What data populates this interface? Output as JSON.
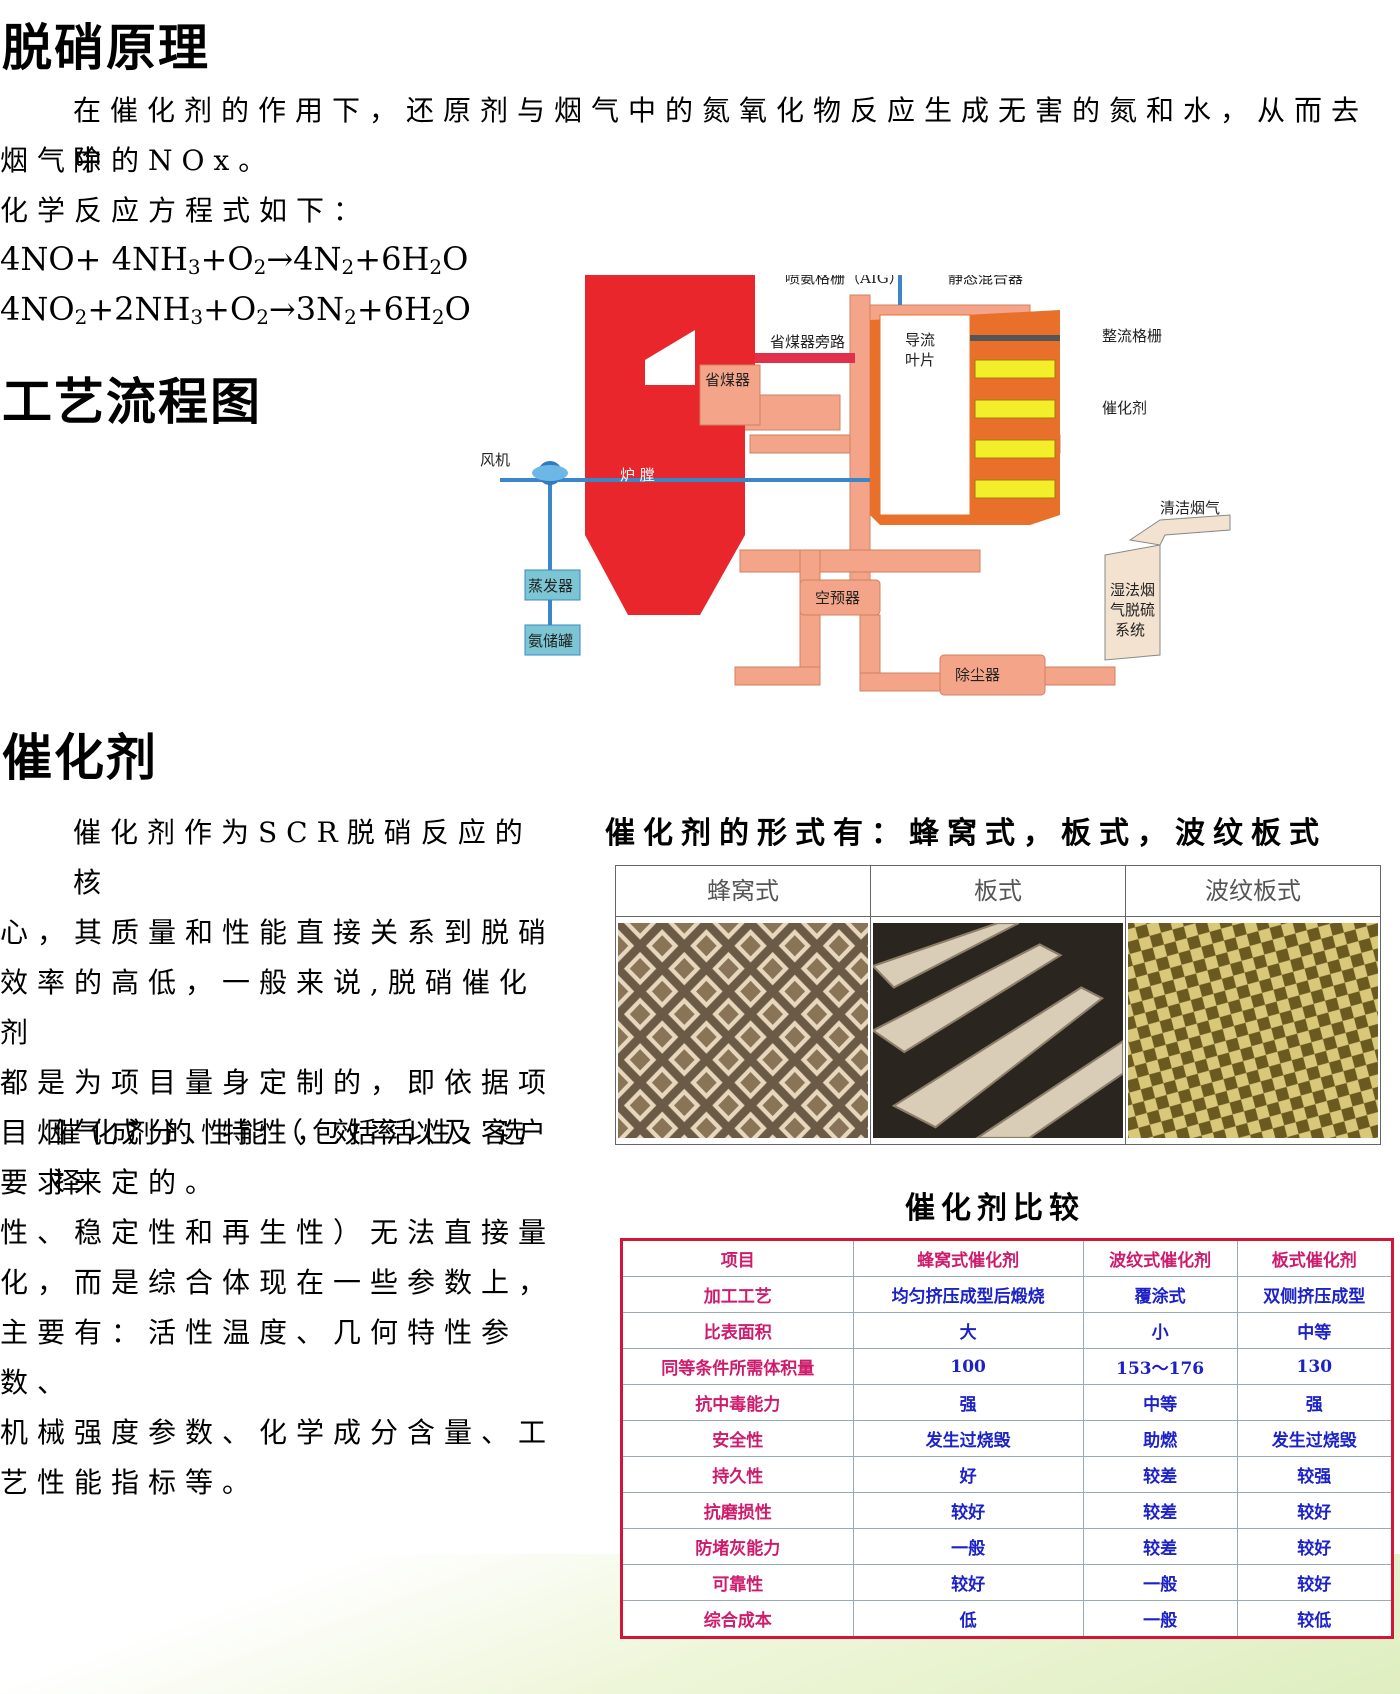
{
  "principle": {
    "title": "脱硝原理",
    "paragraph_line1": "在催化剂的作用下，还原剂与烟气中的氮氧化物反应生成无害的氮和水，从而去除",
    "paragraph_line2": "烟气中的NOx。",
    "equations_intro": "化学反应方程式如下：",
    "equation1": {
      "p1": "4NO+ 4NH",
      "s1": "3",
      "p2": "+O",
      "s2": "2",
      "p3": "→4N",
      "s3": "2",
      "p4": "+6H",
      "s4": "2",
      "p5": "O"
    },
    "equation2": {
      "p1": "4NO",
      "s1": "2",
      "p2": "+2NH",
      "s2": "3",
      "p3": "+O",
      "s3": "2",
      "p4": "→3N",
      "s4": "2",
      "p5": "+6H",
      "s5": "2",
      "p6": "O"
    }
  },
  "process": {
    "title": "工艺流程图",
    "diagram_labels": {
      "aig": "喷氨格栅（AIG）",
      "static_mixer": "静态混合器",
      "economizer_bypass": "省煤器旁路",
      "guide_vane_1": "导流",
      "guide_vane_2": "叶片",
      "rectifier_grid": "整流格栅",
      "economizer": "省煤器",
      "catalyst": "催化剂",
      "fan": "风机",
      "furnace": "炉 膛",
      "clean_flue_gas": "清洁烟气",
      "evaporator": "蒸发器",
      "air_preheater": "空预器",
      "wet_fgd_1": "湿法烟",
      "wet_fgd_2": "气脱硫",
      "wet_fgd_3": "系统",
      "ammonia_tank": "氨储罐",
      "dust_collector": "除尘器"
    }
  },
  "catalyst": {
    "title": "催化剂",
    "para1_lines": [
      "催化剂作为SCR脱硝反应的核",
      "心，其质量和性能直接关系到脱硝",
      "效率的高低，一般来说,脱硝催化剂",
      "都是为项目量身定制的，即依据项",
      "目烟气成分、特性，效率以及客户",
      "要求来定的。"
    ],
    "para2_lines": [
      "催化剂的性能（包括活性、选择",
      "性、稳定性和再生性）无法直接量",
      "化，而是综合体现在一些参数上，",
      "主要有：活性温度、几何特性参数、",
      "机械强度参数、化学成分含量、工",
      "艺性能指标等。"
    ],
    "forms_title": "催化剂的形式有：蜂窝式，板式，波纹板式",
    "forms": [
      "蜂窝式",
      "板式",
      "波纹板式"
    ]
  },
  "comparison": {
    "title": "催化剂比较",
    "headers": [
      "项目",
      "蜂窝式催化剂",
      "波纹式催化剂",
      "板式催化剂"
    ],
    "rows": [
      [
        "加工工艺",
        "均匀挤压成型后煅烧",
        "覆涂式",
        "双侧挤压成型"
      ],
      [
        "比表面积",
        "大",
        "小",
        "中等"
      ],
      [
        "同等条件所需体积量",
        "100",
        "153～176",
        "130"
      ],
      [
        "抗中毒能力",
        "强",
        "中等",
        "强"
      ],
      [
        "安全性",
        "发生过烧毁",
        "助燃",
        "发生过烧毁"
      ],
      [
        "持久性",
        "好",
        "较差",
        "较强"
      ],
      [
        "抗磨损性",
        "较好",
        "较差",
        "较好"
      ],
      [
        "防堵灰能力",
        "一般",
        "较差",
        "较好"
      ],
      [
        "可靠性",
        "较好",
        "一般",
        "较好"
      ],
      [
        "综合成本",
        "低",
        "一般",
        "较低"
      ]
    ]
  },
  "colors": {
    "furnace_red": "#e8262b",
    "duct_salmon": "#f4a488",
    "pipe_blue": "#3a86c8",
    "reactor_orange": "#e8702a",
    "catalyst_yellow": "#f2ee2a",
    "table_border": "#d4153a",
    "table_label": "#cf1b6c",
    "table_value": "#1c22c8"
  }
}
